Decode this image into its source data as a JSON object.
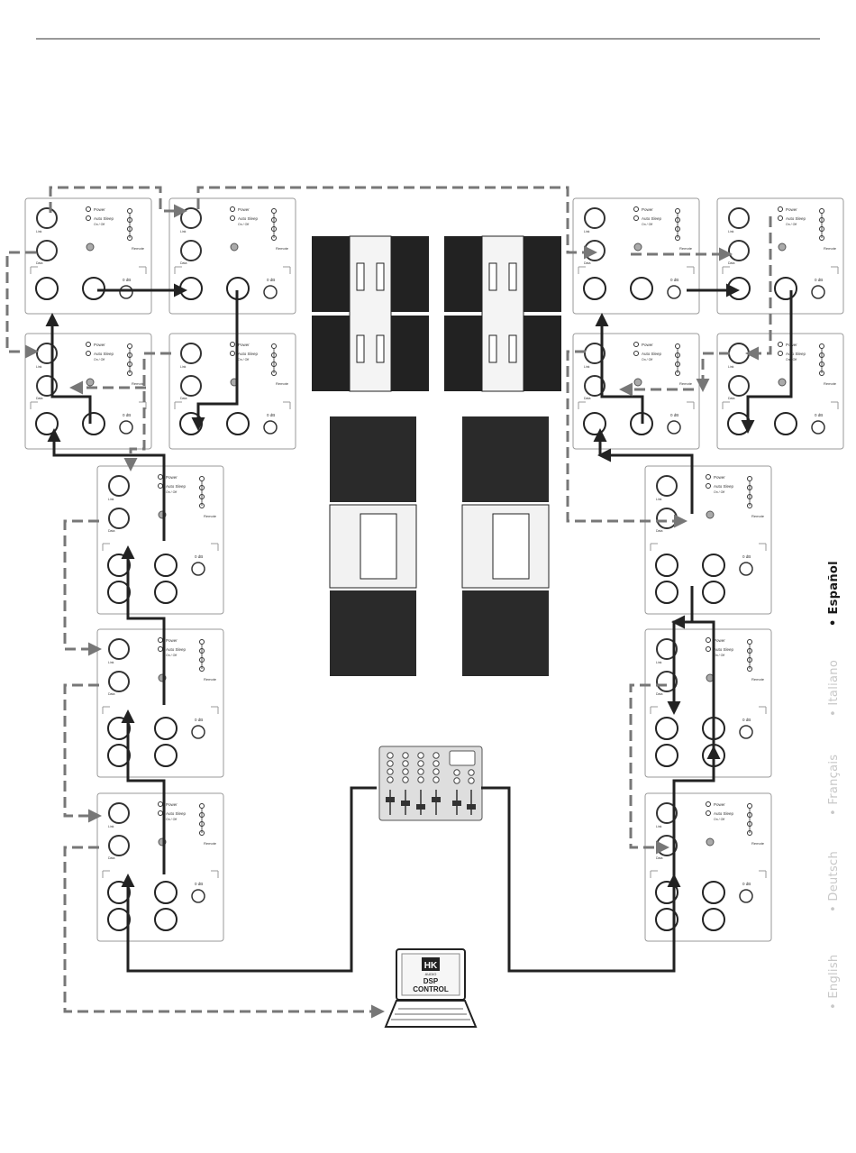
{
  "panel_labels": {
    "power": "Power",
    "auto_sleep": "Auto Sleep",
    "on_off": "On / Off",
    "remote": "Remote",
    "gain": "0 dB",
    "link": "Link",
    "data": "Data"
  },
  "laptop": {
    "logo_top": "HK",
    "logo_bottom": "AUDIO",
    "line1": "DSP",
    "line2": "CONTROL"
  },
  "languages": [
    {
      "label": "• English",
      "active": false
    },
    {
      "label": "• Deutsch",
      "active": false
    },
    {
      "label": "• Français",
      "active": false
    },
    {
      "label": "• Italiano",
      "active": false
    },
    {
      "label": "• Español",
      "active": true
    }
  ],
  "colors": {
    "analog_line": "#222222",
    "data_line": "#777777",
    "panel_stroke": "#9a9a9a",
    "mixer_fill": "#dedede"
  }
}
